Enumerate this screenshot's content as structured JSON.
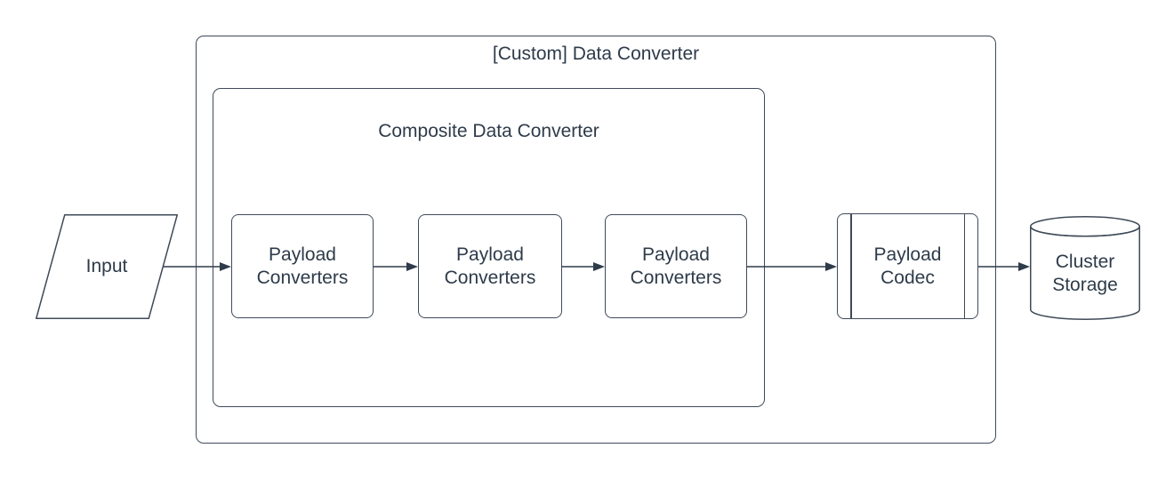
{
  "colors": {
    "background": "#ffffff",
    "stroke": "#3f4a59",
    "text": "#2e3b4a",
    "arrow": "#2e3b4a"
  },
  "containers": {
    "custom": {
      "label": "[Custom] Data Converter"
    },
    "composite": {
      "label": "Composite Data Converter"
    }
  },
  "nodes": {
    "input": {
      "label": "Input",
      "shape": "parallelogram"
    },
    "converter1": {
      "label": "Payload Converters",
      "shape": "rounded-rectangle"
    },
    "converter2": {
      "label": "Payload Converters",
      "shape": "rounded-rectangle"
    },
    "converter3": {
      "label": "Payload Converters",
      "shape": "rounded-rectangle"
    },
    "codec": {
      "label": "Payload Codec",
      "shape": "subroutine"
    },
    "storage": {
      "label": "Cluster Storage",
      "shape": "cylinder"
    }
  },
  "edges": [
    {
      "from": "input",
      "to": "converter1"
    },
    {
      "from": "converter1",
      "to": "converter2"
    },
    {
      "from": "converter2",
      "to": "converter3"
    },
    {
      "from": "converter3",
      "to": "codec"
    },
    {
      "from": "codec",
      "to": "storage"
    }
  ]
}
